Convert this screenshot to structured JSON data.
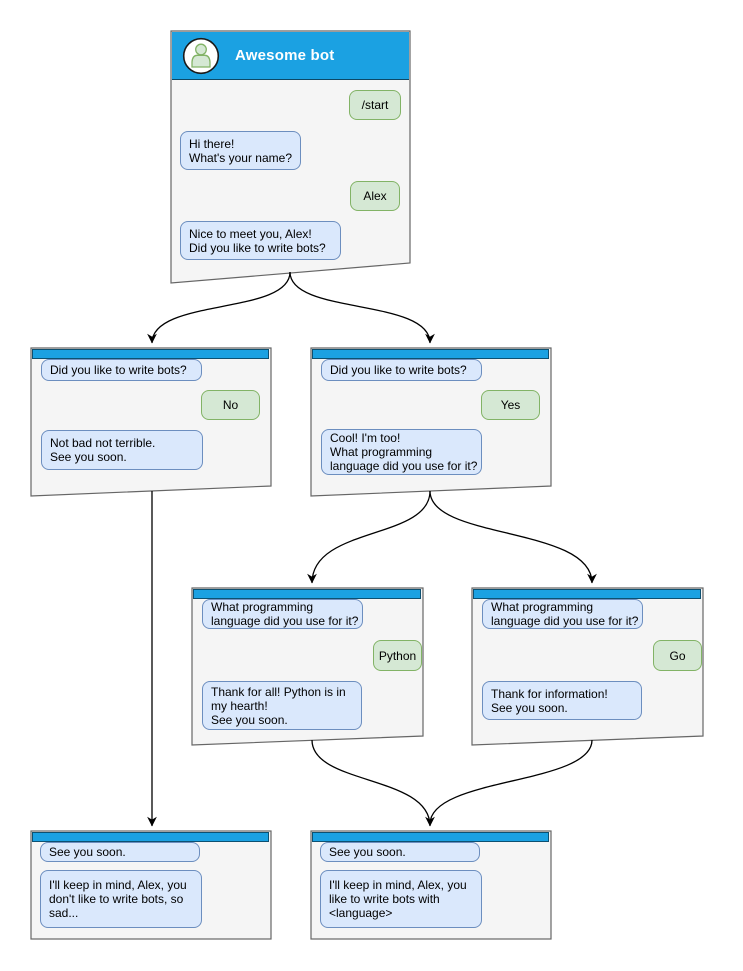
{
  "diagram": {
    "kind": "chatbot-conversation-flowchart",
    "colors": {
      "titlebar_blue": "#1ba1e2",
      "window_fill": "#f5f5f5",
      "window_border": "#666666",
      "bot_bubble_fill": "#dae8fc",
      "bot_bubble_border": "#6c8ebf",
      "user_bubble_fill": "#d5e8d4",
      "user_bubble_border": "#82b366",
      "edge": "#000000"
    },
    "windows": {
      "main": {
        "title": "Awesome bot",
        "messages": [
          {
            "from": "user",
            "text": "/start"
          },
          {
            "from": "bot",
            "text": "Hi there!\nWhat's your name?"
          },
          {
            "from": "user",
            "text": "Alex"
          },
          {
            "from": "bot",
            "text": "Nice to meet you, Alex!\nDid you like to write bots?"
          }
        ]
      },
      "no_branch": {
        "messages": [
          {
            "from": "bot",
            "text": "Did you like to write bots?"
          },
          {
            "from": "user",
            "text": "No"
          },
          {
            "from": "bot",
            "text": "Not bad not terrible.\nSee you soon."
          }
        ]
      },
      "yes_branch": {
        "messages": [
          {
            "from": "bot",
            "text": "Did you like to write bots?"
          },
          {
            "from": "user",
            "text": "Yes"
          },
          {
            "from": "bot",
            "text": "Cool! I'm too!\nWhat programming\nlanguage did you use for it?"
          }
        ]
      },
      "python_branch": {
        "messages": [
          {
            "from": "bot",
            "text": "What programming\nlanguage did you use for it?"
          },
          {
            "from": "user",
            "text": "Python"
          },
          {
            "from": "bot",
            "text": "Thank for all! Python is in\nmy hearth!\nSee you soon."
          }
        ]
      },
      "go_branch": {
        "messages": [
          {
            "from": "bot",
            "text": "What programming\nlanguage did you use for it?"
          },
          {
            "from": "user",
            "text": "Go"
          },
          {
            "from": "bot",
            "text": "Thank for information!\nSee you soon."
          }
        ]
      },
      "end_no": {
        "messages": [
          {
            "from": "bot",
            "text": "See you soon."
          },
          {
            "from": "bot",
            "text": "I'll keep in mind, Alex, you\ndon't like to write bots, so\nsad..."
          }
        ]
      },
      "end_yes": {
        "messages": [
          {
            "from": "bot",
            "text": "See you soon."
          },
          {
            "from": "bot",
            "text": "I'll keep in mind, Alex, you\nlike to write bots with\n<language>"
          }
        ]
      }
    },
    "connections": [
      {
        "from": "main",
        "to": "no_branch"
      },
      {
        "from": "main",
        "to": "yes_branch"
      },
      {
        "from": "yes_branch",
        "to": "python_branch"
      },
      {
        "from": "yes_branch",
        "to": "go_branch"
      },
      {
        "from": "no_branch",
        "to": "end_no"
      },
      {
        "from": "python_branch",
        "to": "end_yes"
      },
      {
        "from": "go_branch",
        "to": "end_yes"
      }
    ]
  }
}
